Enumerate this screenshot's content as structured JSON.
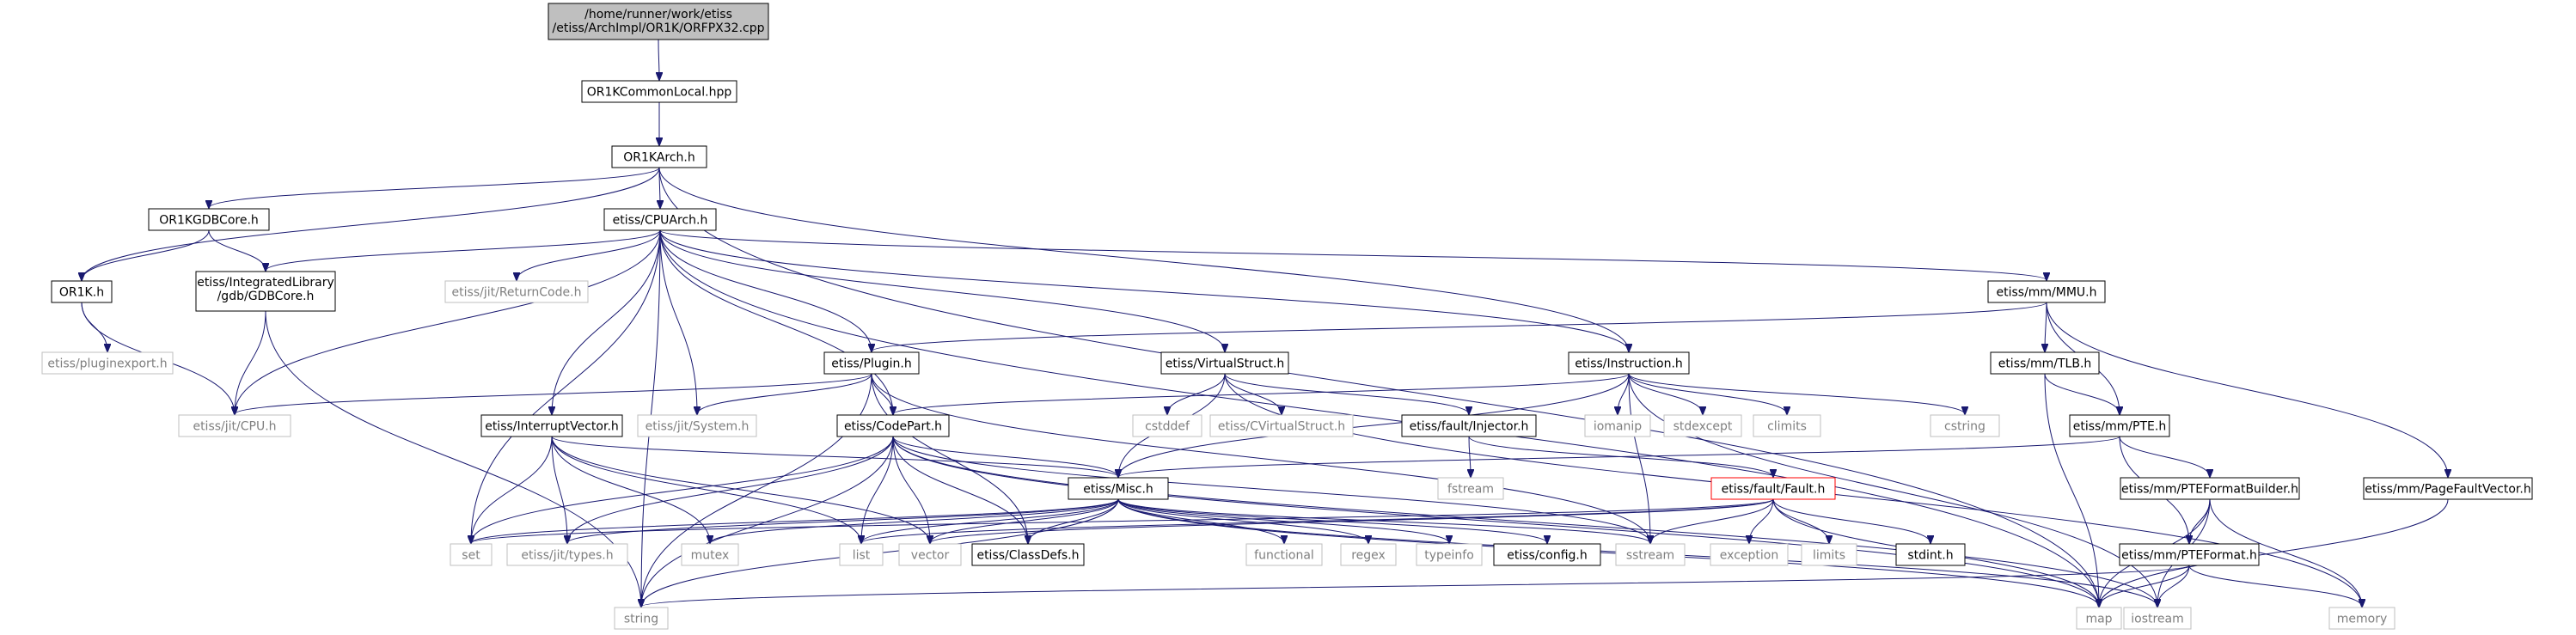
{
  "diagram": {
    "title_lines": [
      "/home/runner/work/etiss",
      "/etiss/ArchImpl/OR1K/ORFPX32.cpp"
    ],
    "colors": {
      "edge": "#191970",
      "node_border": "#000000",
      "external_border": "#bfbfbf",
      "external_text": "#7f7f7f",
      "highlight_border": "#ff0000",
      "root_fill": "#bfbfbf"
    },
    "nodes": {
      "root": "/home/runner/work/etiss/etiss/ArchImpl/OR1K/ORFPX32.cpp",
      "or1kcommonlocal": "OR1KCommonLocal.hpp",
      "or1karch": "OR1KArch.h",
      "or1kgdbcore": "OR1KGDBCore.h",
      "cpuarch": "etiss/CPUArch.h",
      "or1kh": "OR1K.h",
      "gdbcore_l1": "etiss/IntegratedLibrary",
      "gdbcore_l2": "/gdb/GDBCore.h",
      "returncode": "etiss/jit/ReturnCode.h",
      "mmu": "etiss/mm/MMU.h",
      "pluginexport": "etiss/pluginexport.h",
      "plugin": "etiss/Plugin.h",
      "virtualstruct": "etiss/VirtualStruct.h",
      "instruction": "etiss/Instruction.h",
      "tlb": "etiss/mm/TLB.h",
      "jitcpu": "etiss/jit/CPU.h",
      "jitsystem": "etiss/jit/System.h",
      "interruptvector": "etiss/InterruptVector.h",
      "codepart": "etiss/CodePart.h",
      "cstddef": "cstddef",
      "cvirtualstruct": "etiss/CVirtualStruct.h",
      "injector": "etiss/fault/Injector.h",
      "iomanip": "iomanip",
      "stdexcept": "stdexcept",
      "climits": "climits",
      "cstring": "cstring",
      "pte": "etiss/mm/PTE.h",
      "fstream": "fstream",
      "misc": "etiss/Misc.h",
      "fault": "etiss/fault/Fault.h",
      "pteformatbuilder": "etiss/mm/PTEFormatBuilder.h",
      "pagefaultvector": "etiss/mm/PageFaultVector.h",
      "set": "set",
      "jittypes": "etiss/jit/types.h",
      "mutex": "mutex",
      "list": "list",
      "vector": "vector",
      "classdefs": "etiss/ClassDefs.h",
      "functional": "functional",
      "regex": "regex",
      "typeinfo": "typeinfo",
      "config": "etiss/config.h",
      "sstream": "sstream",
      "exception": "exception",
      "limits": "limits",
      "stdint": "stdint.h",
      "pteformat": "etiss/mm/PTEFormat.h",
      "string": "string",
      "map": "map",
      "iostream": "iostream",
      "memory": "memory"
    }
  }
}
